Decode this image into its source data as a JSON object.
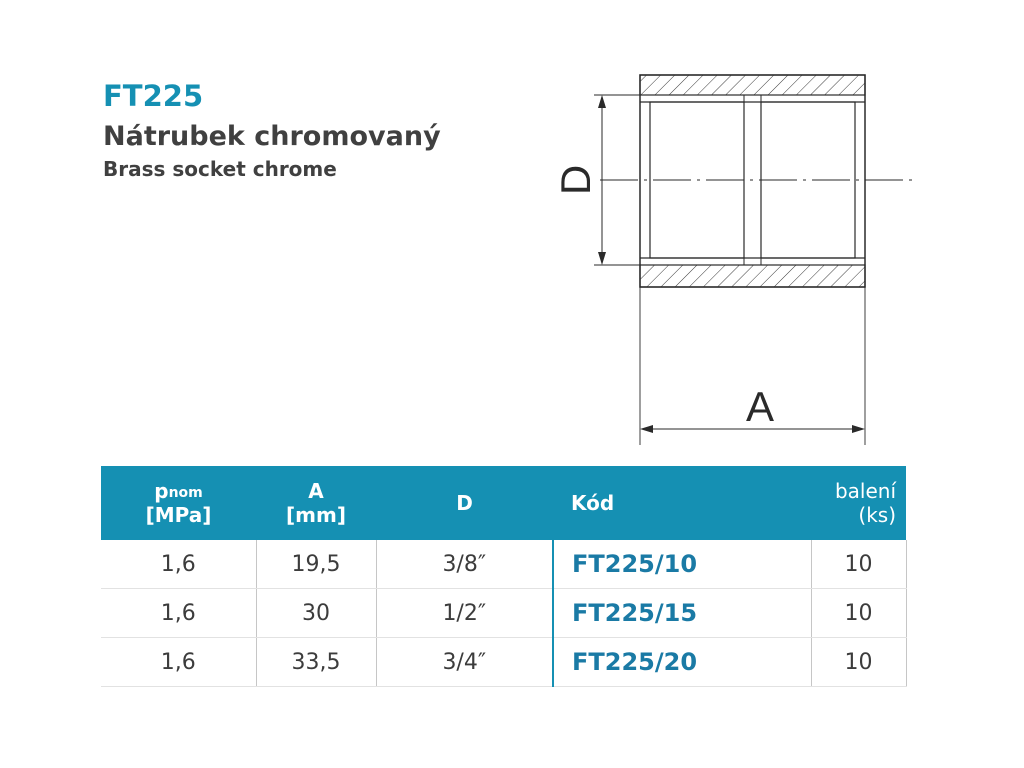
{
  "product": {
    "code": "FT225",
    "name_cz": "Nátrubek chromovaný",
    "name_en": "Brass socket chrome"
  },
  "drawing": {
    "label_d": "D",
    "label_a": "A"
  },
  "table": {
    "headers": {
      "pnom_main": "p",
      "pnom_sub": "nom",
      "pnom_unit": "[MPa]",
      "a_main": "A",
      "a_unit": "[mm]",
      "d": "D",
      "kod": "Kód",
      "baleni_main": "balení",
      "baleni_unit": "(ks)"
    },
    "rows": [
      {
        "pnom": "1,6",
        "a": "19,5",
        "d": "3/8″",
        "kod": "FT225/10",
        "baleni": "10"
      },
      {
        "pnom": "1,6",
        "a": "30",
        "d": "1/2″",
        "kod": "FT225/15",
        "baleni": "10"
      },
      {
        "pnom": "1,6",
        "a": "33,5",
        "d": "3/4″",
        "kod": "FT225/20",
        "baleni": "10"
      }
    ]
  },
  "colors": {
    "accent": "#1590b3",
    "code_text": "#1a7aa5",
    "body_text": "#3c3c3c"
  }
}
